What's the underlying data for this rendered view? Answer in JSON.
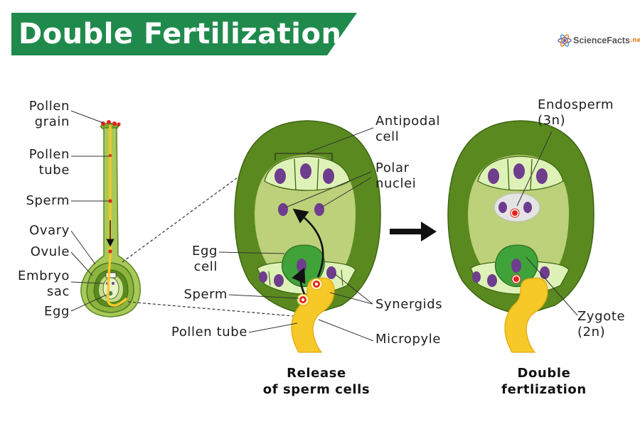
{
  "title": "Double Fertilization",
  "logo": {
    "brand": "ScienceFacts",
    "suffix": ".net"
  },
  "labels": {
    "pollen_grain": [
      "Pollen",
      "grain"
    ],
    "pollen_tube_left": [
      "Pollen",
      "tube"
    ],
    "sperm_left": "Sperm",
    "ovary": "Ovary",
    "ovule": "Ovule",
    "embryo_sac": [
      "Embryo",
      "sac"
    ],
    "egg": "Egg",
    "antipodal_cell": [
      "Antipodal",
      "cell"
    ],
    "polar_nuclei": [
      "Polar",
      "nuclei"
    ],
    "egg_cell": [
      "Egg",
      "cell"
    ],
    "sperm_mid": "Sperm",
    "synergids": "Synergids",
    "pollen_tube_mid": "Pollen tube",
    "micropyle": "Micropyle",
    "endosperm": [
      "Endosperm",
      "(3n)"
    ],
    "zygote": [
      "Zygote",
      "(2n)"
    ]
  },
  "captions": {
    "release": [
      "Release",
      "of sperm cells"
    ],
    "double": [
      "Double",
      "fertlization"
    ]
  },
  "colors": {
    "banner": "#1f8a4c",
    "integument": "#5a8a1f",
    "nucellus": "#bdd07a",
    "cell_light": "#def2b8",
    "egg_green": "#3fa33a",
    "nucleus_purple": "#6e3d8e",
    "pollen_tube": "#f7c928",
    "sperm_red": "#e0241b"
  }
}
